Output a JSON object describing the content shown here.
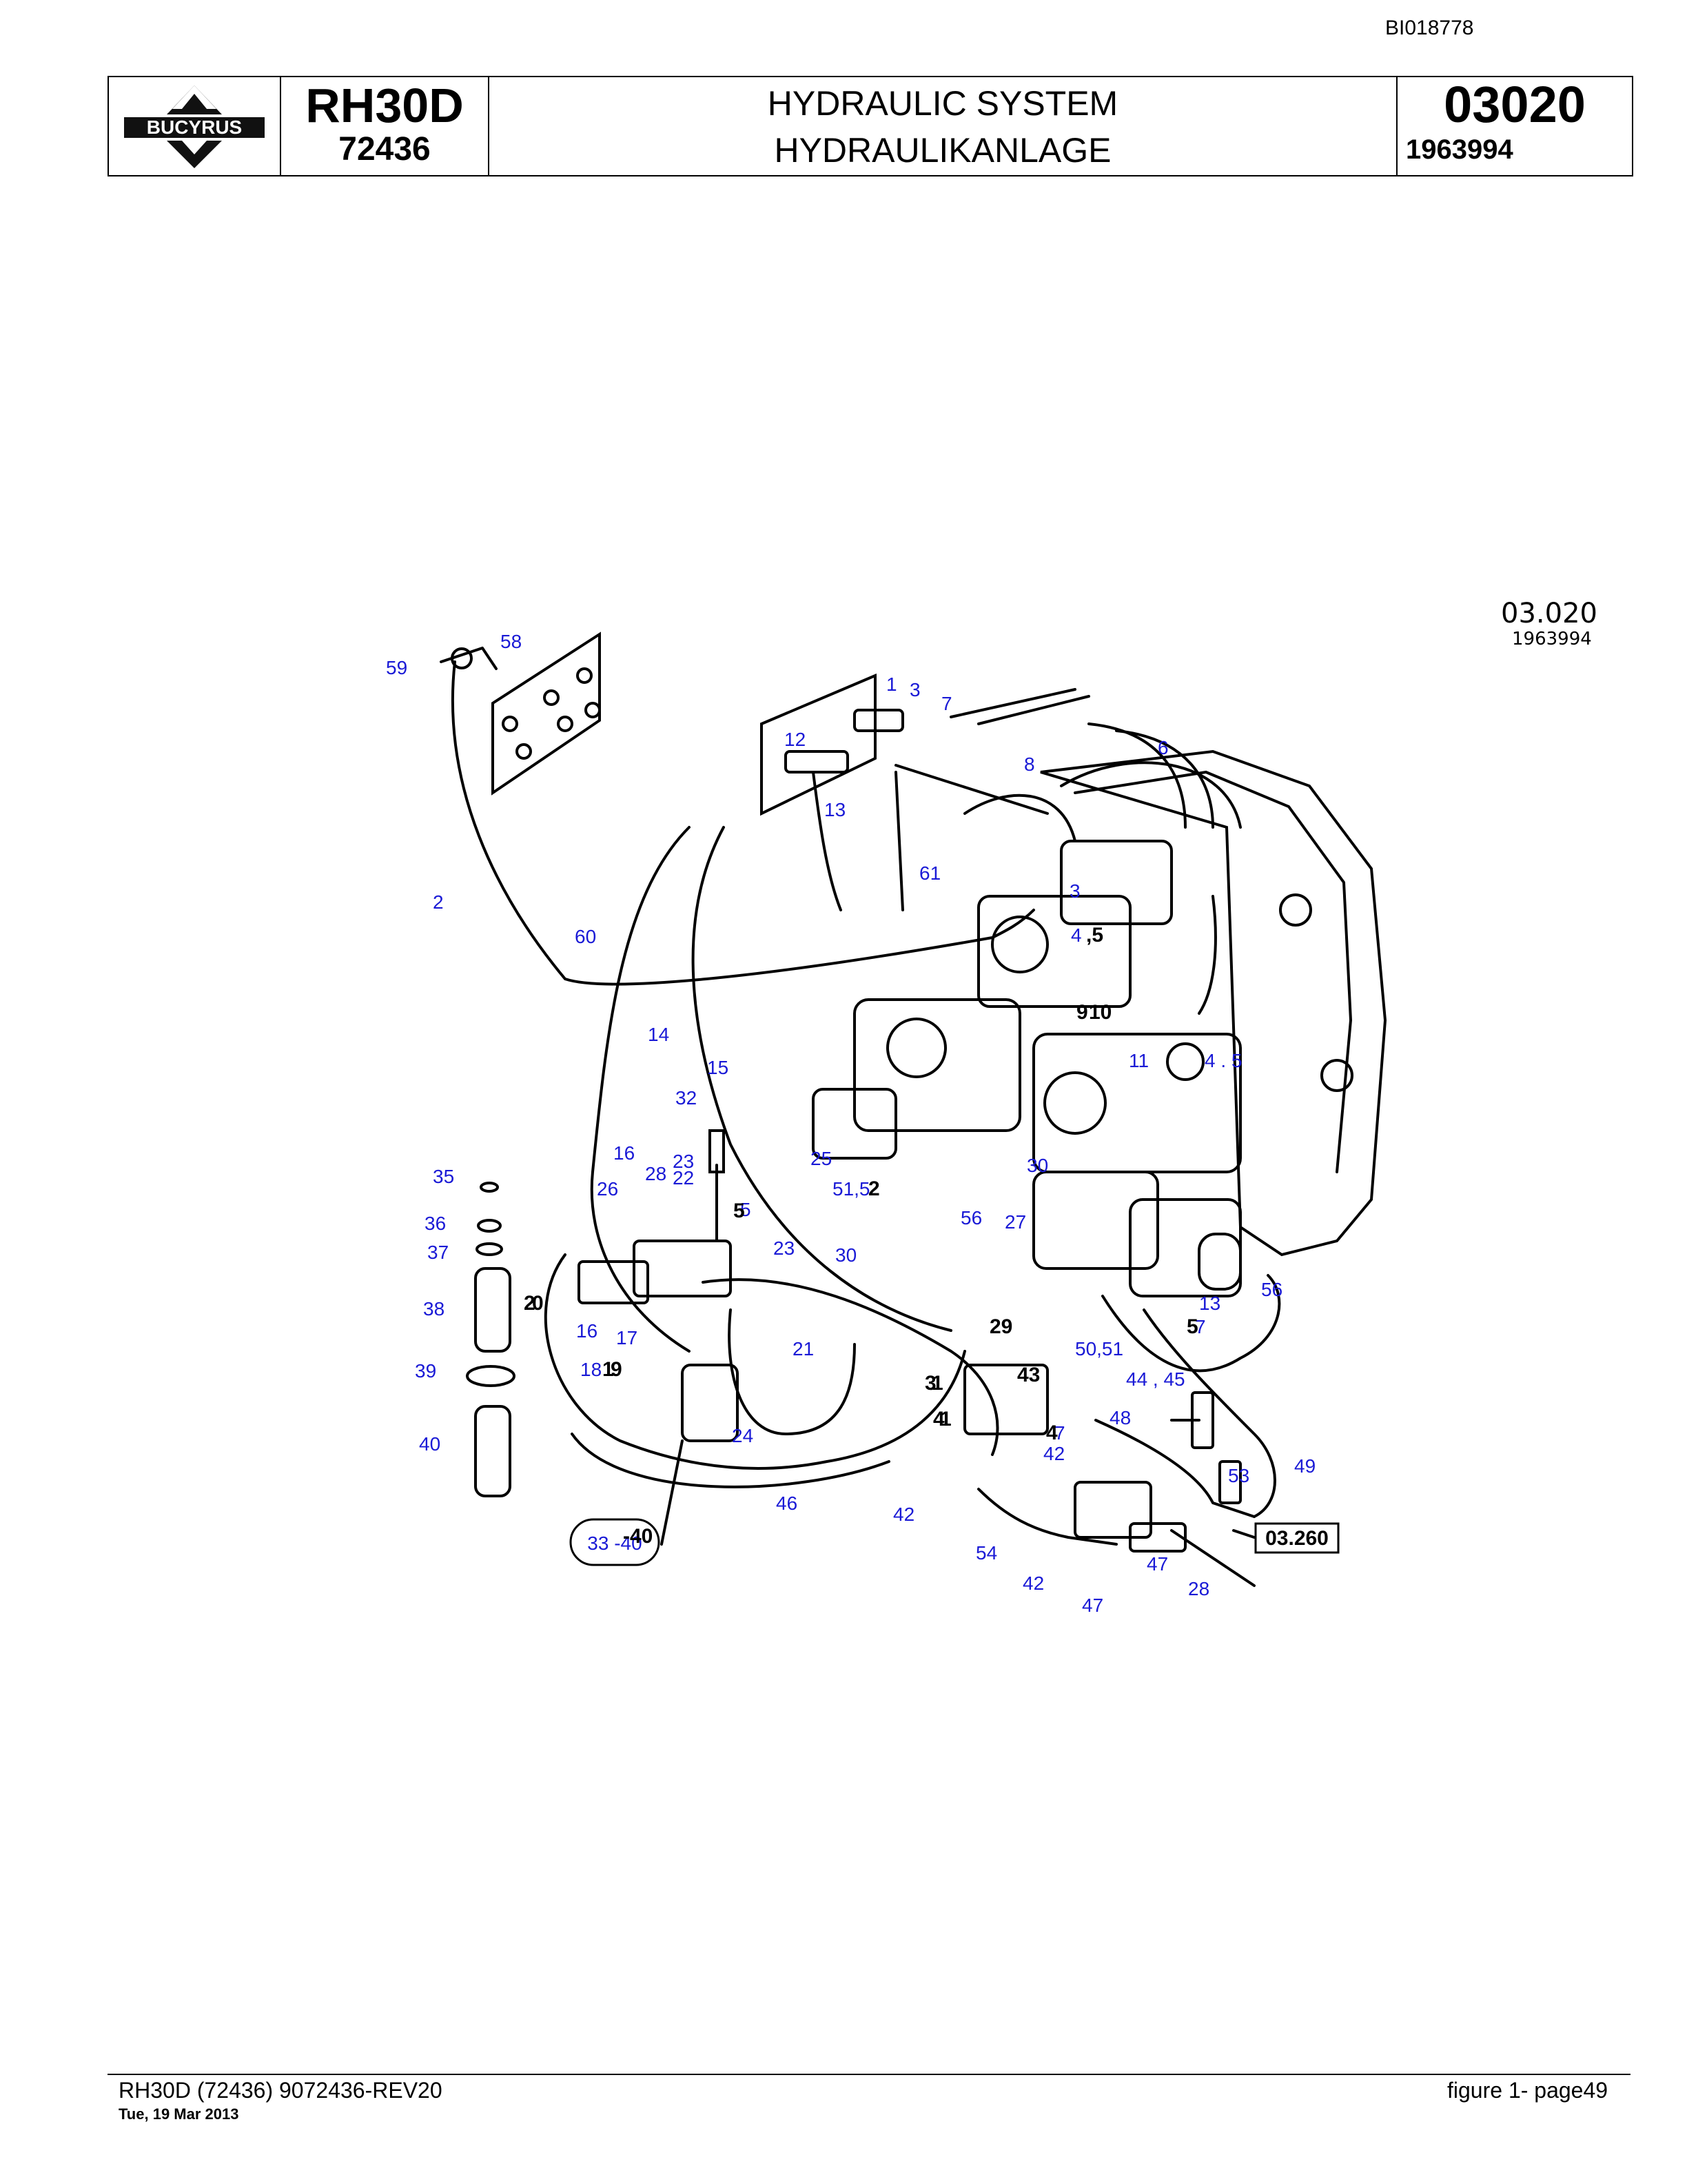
{
  "doc_id": "BI018778",
  "header": {
    "brand": "BUCYRUS",
    "model": "RH30D",
    "serial": "72436",
    "title_en": "HYDRAULIC SYSTEM",
    "title_de": "HYDRAULIKANLAGE",
    "group_code": "03020",
    "drawing_no": "1963994"
  },
  "stamp": {
    "group": "03.020",
    "drawing": "1963994"
  },
  "diagram": {
    "ref_box_filter": "33 -40",
    "ref_box_page": "03.260"
  },
  "footer": {
    "left": "RH30D (72436) 9072436-REV20",
    "date": "Tue, 19 Mar 2013",
    "right": "figure  1- page49"
  },
  "colors": {
    "callout": "#1a1ad6",
    "ink": "#000000"
  }
}
